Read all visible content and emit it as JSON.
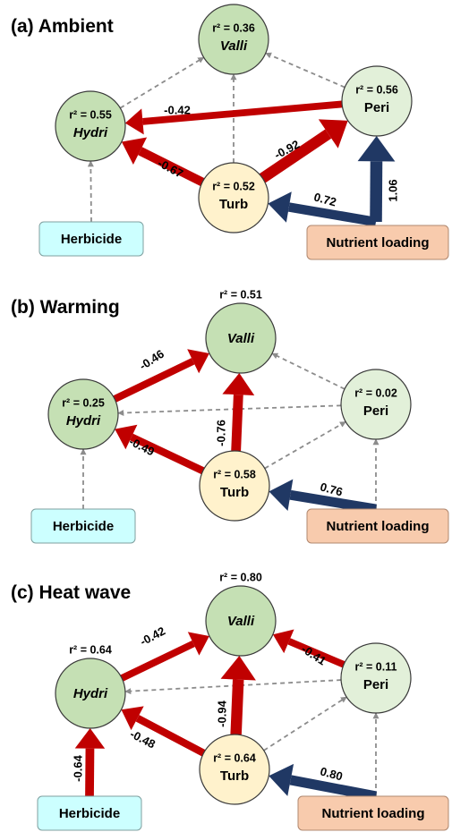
{
  "colors": {
    "negative": "#c00000",
    "positive": "#203864",
    "dashed": "#8c8c8c",
    "node_dark": "#c5e0b4",
    "node_light": "#e2f0d9",
    "node_turb": "#fff2cc",
    "box_herbicide": "#ccffff",
    "box_nutrient": "#f8cbad"
  },
  "panels": [
    {
      "title": "(a) Ambient",
      "nodes": {
        "valli": {
          "label": "Valli",
          "r2": "r² = 0.36"
        },
        "hydri": {
          "label": "Hydri",
          "r2": "r² = 0.55"
        },
        "peri": {
          "label": "Peri",
          "r2": "r² = 0.56"
        },
        "turb": {
          "label": "Turb",
          "r2": "r² = 0.52"
        }
      },
      "boxes": {
        "herbicide": "Herbicide",
        "nutrient": "Nutrient loading"
      },
      "paths": [
        {
          "from": "peri",
          "to": "hydri",
          "coef": "-0.42",
          "sign": "negative",
          "weight": 0.42
        },
        {
          "from": "turb",
          "to": "hydri",
          "coef": "-0.67",
          "sign": "negative",
          "weight": 0.67
        },
        {
          "from": "turb",
          "to": "peri",
          "coef": "-0.92",
          "sign": "negative",
          "weight": 0.92
        },
        {
          "from": "nutrient",
          "to": "turb",
          "coef": "0.72",
          "sign": "positive",
          "weight": 0.72
        },
        {
          "from": "nutrient",
          "to": "peri",
          "coef": "1.06",
          "sign": "positive",
          "weight": 1.06
        }
      ],
      "nonsignificant": [
        [
          "hydri",
          "valli"
        ],
        [
          "peri",
          "valli"
        ],
        [
          "turb",
          "valli"
        ],
        [
          "herbicide",
          "hydri"
        ]
      ]
    },
    {
      "title": "(b) Warming",
      "nodes": {
        "valli": {
          "label": "Valli",
          "r2": "r² = 0.51"
        },
        "hydri": {
          "label": "Hydri",
          "r2": "r² = 0.25"
        },
        "peri": {
          "label": "Peri",
          "r2": "r² = 0.02"
        },
        "turb": {
          "label": "Turb",
          "r2": "r² = 0.58"
        }
      },
      "boxes": {
        "herbicide": "Herbicide",
        "nutrient": "Nutrient loading"
      },
      "paths": [
        {
          "from": "hydri",
          "to": "valli",
          "coef": "-0.46",
          "sign": "negative",
          "weight": 0.46
        },
        {
          "from": "turb",
          "to": "valli",
          "coef": "-0.76",
          "sign": "negative",
          "weight": 0.76
        },
        {
          "from": "turb",
          "to": "hydri",
          "coef": "-0.49",
          "sign": "negative",
          "weight": 0.49
        },
        {
          "from": "nutrient",
          "to": "turb",
          "coef": "0.76",
          "sign": "positive",
          "weight": 0.76
        }
      ],
      "nonsignificant": [
        [
          "peri",
          "valli"
        ],
        [
          "peri",
          "hydri"
        ],
        [
          "turb",
          "peri"
        ],
        [
          "nutrient",
          "peri"
        ],
        [
          "herbicide",
          "hydri"
        ]
      ]
    },
    {
      "title": "(c) Heat wave",
      "nodes": {
        "valli": {
          "label": "Valli",
          "r2": "r² = 0.80"
        },
        "hydri": {
          "label": "Hydri",
          "r2": "r² = 0.64"
        },
        "peri": {
          "label": "Peri",
          "r2": "r² = 0.11"
        },
        "turb": {
          "label": "Turb",
          "r2": "r² = 0.64"
        }
      },
      "boxes": {
        "herbicide": "Herbicide",
        "nutrient": "Nutrient loading"
      },
      "paths": [
        {
          "from": "hydri",
          "to": "valli",
          "coef": "-0.42",
          "sign": "negative",
          "weight": 0.42
        },
        {
          "from": "peri",
          "to": "valli",
          "coef": "-0.41",
          "sign": "negative",
          "weight": 0.41
        },
        {
          "from": "turb",
          "to": "valli",
          "coef": "-0.94",
          "sign": "negative",
          "weight": 0.94
        },
        {
          "from": "turb",
          "to": "hydri",
          "coef": "-0.48",
          "sign": "negative",
          "weight": 0.48
        },
        {
          "from": "herbicide",
          "to": "hydri",
          "coef": "-0.64",
          "sign": "negative",
          "weight": 0.64
        },
        {
          "from": "nutrient",
          "to": "turb",
          "coef": "0.80",
          "sign": "positive",
          "weight": 0.8
        }
      ],
      "nonsignificant": [
        [
          "peri",
          "hydri"
        ],
        [
          "turb",
          "peri"
        ],
        [
          "nutrient",
          "peri"
        ]
      ]
    }
  ]
}
